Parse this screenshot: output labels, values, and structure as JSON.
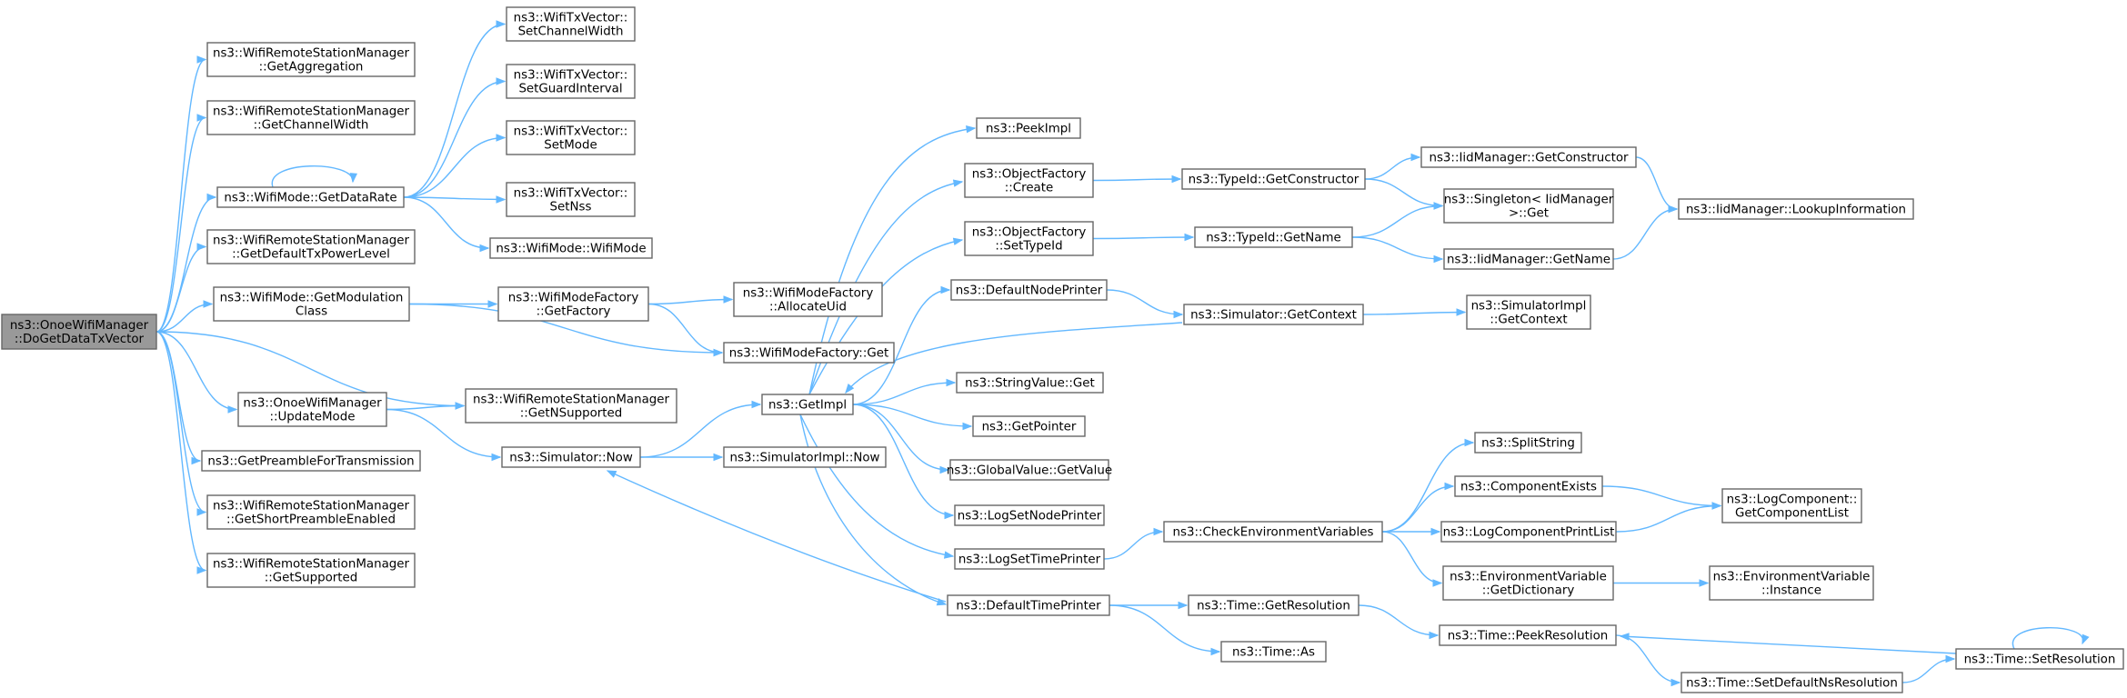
{
  "graph": {
    "root": "n_root",
    "nodes": [
      {
        "id": "n_root",
        "lines": [
          "ns3::OnoeWifiManager",
          "::DoGetDataTxVector"
        ]
      },
      {
        "id": "n_getagg",
        "lines": [
          "ns3::WifiRemoteStationManager",
          "::GetAggregation"
        ]
      },
      {
        "id": "n_getcw",
        "lines": [
          "ns3::WifiRemoteStationManager",
          "::GetChannelWidth"
        ]
      },
      {
        "id": "n_getdatarate",
        "lines": [
          "ns3::WifiMode::GetDataRate"
        ]
      },
      {
        "id": "n_getdefpow",
        "lines": [
          "ns3::WifiRemoteStationManager",
          "::GetDefaultTxPowerLevel"
        ]
      },
      {
        "id": "n_getmodclass",
        "lines": [
          "ns3::WifiMode::GetModulation",
          "Class"
        ]
      },
      {
        "id": "n_updatemode",
        "lines": [
          "ns3::OnoeWifiManager",
          "::UpdateMode"
        ]
      },
      {
        "id": "n_getpreamble",
        "lines": [
          "ns3::GetPreambleForTransmission"
        ]
      },
      {
        "id": "n_getshort",
        "lines": [
          "ns3::WifiRemoteStationManager",
          "::GetShortPreambleEnabled"
        ]
      },
      {
        "id": "n_getsupported",
        "lines": [
          "ns3::WifiRemoteStationManager",
          "::GetSupported"
        ]
      },
      {
        "id": "n_setcw",
        "lines": [
          "ns3::WifiTxVector::",
          "SetChannelWidth"
        ]
      },
      {
        "id": "n_setgi",
        "lines": [
          "ns3::WifiTxVector::",
          "SetGuardInterval"
        ]
      },
      {
        "id": "n_setmode",
        "lines": [
          "ns3::WifiTxVector::",
          "SetMode"
        ]
      },
      {
        "id": "n_setnss",
        "lines": [
          "ns3::WifiTxVector::",
          "SetNss"
        ]
      },
      {
        "id": "n_wifimode",
        "lines": [
          "ns3::WifiMode::WifiMode"
        ]
      },
      {
        "id": "n_getfactory",
        "lines": [
          "ns3::WifiModeFactory",
          "::GetFactory"
        ]
      },
      {
        "id": "n_allocuid",
        "lines": [
          "ns3::WifiModeFactory",
          "::AllocateUid"
        ]
      },
      {
        "id": "n_wmfget",
        "lines": [
          "ns3::WifiModeFactory::Get"
        ]
      },
      {
        "id": "n_getnsupp",
        "lines": [
          "ns3::WifiRemoteStationManager",
          "::GetNSupported"
        ]
      },
      {
        "id": "n_simnow",
        "lines": [
          "ns3::Simulator::Now"
        ]
      },
      {
        "id": "n_simimplnow",
        "lines": [
          "ns3::SimulatorImpl::Now"
        ]
      },
      {
        "id": "n_getimpl",
        "lines": [
          "ns3::GetImpl"
        ]
      },
      {
        "id": "n_peekimpl",
        "lines": [
          "ns3::PeekImpl"
        ]
      },
      {
        "id": "n_objcreate",
        "lines": [
          "ns3::ObjectFactory",
          "::Create"
        ]
      },
      {
        "id": "n_objsettype",
        "lines": [
          "ns3::ObjectFactory",
          "::SetTypeId"
        ]
      },
      {
        "id": "n_defnodeprinter",
        "lines": [
          "ns3::DefaultNodePrinter"
        ]
      },
      {
        "id": "n_stringget",
        "lines": [
          "ns3::StringValue::Get"
        ]
      },
      {
        "id": "n_getpointer",
        "lines": [
          "ns3::GetPointer"
        ]
      },
      {
        "id": "n_globalget",
        "lines": [
          "ns3::GlobalValue::GetValue"
        ]
      },
      {
        "id": "n_logsetnode",
        "lines": [
          "ns3::LogSetNodePrinter"
        ]
      },
      {
        "id": "n_logsettime",
        "lines": [
          "ns3::LogSetTimePrinter"
        ]
      },
      {
        "id": "n_deftimeprinter",
        "lines": [
          "ns3::DefaultTimePrinter"
        ]
      },
      {
        "id": "n_typeidgetctor",
        "lines": [
          "ns3::TypeId::GetConstructor"
        ]
      },
      {
        "id": "n_typeidgetname",
        "lines": [
          "ns3::TypeId::GetName"
        ]
      },
      {
        "id": "n_simgetctx",
        "lines": [
          "ns3::Simulator::GetContext"
        ]
      },
      {
        "id": "n_checkenv",
        "lines": [
          "ns3::CheckEnvironmentVariables"
        ]
      },
      {
        "id": "n_timegetres",
        "lines": [
          "ns3::Time::GetResolution"
        ]
      },
      {
        "id": "n_timeas",
        "lines": [
          "ns3::Time::As"
        ]
      },
      {
        "id": "n_iidgetctor",
        "lines": [
          "ns3::IidManager::GetConstructor"
        ]
      },
      {
        "id": "n_singleton",
        "lines": [
          "ns3::Singleton< IidManager",
          ">::Get"
        ]
      },
      {
        "id": "n_iidgetname",
        "lines": [
          "ns3::IidManager::GetName"
        ]
      },
      {
        "id": "n_simimplctx",
        "lines": [
          "ns3::SimulatorImpl",
          "::GetContext"
        ]
      },
      {
        "id": "n_splitstring",
        "lines": [
          "ns3::SplitString"
        ]
      },
      {
        "id": "n_compexists",
        "lines": [
          "ns3::ComponentExists"
        ]
      },
      {
        "id": "n_logcompprint",
        "lines": [
          "ns3::LogComponentPrintList"
        ]
      },
      {
        "id": "n_envgetdict",
        "lines": [
          "ns3::EnvironmentVariable",
          "::GetDictionary"
        ]
      },
      {
        "id": "n_timepeekres",
        "lines": [
          "ns3::Time::PeekResolution"
        ]
      },
      {
        "id": "n_timesetdefns",
        "lines": [
          "ns3::Time::SetDefaultNsResolution"
        ]
      },
      {
        "id": "n_iidlookup",
        "lines": [
          "ns3::IidManager::LookupInformation"
        ]
      },
      {
        "id": "n_logcompget",
        "lines": [
          "ns3::LogComponent::",
          "GetComponentList"
        ]
      },
      {
        "id": "n_envinstance",
        "lines": [
          "ns3::EnvironmentVariable",
          "::Instance"
        ]
      },
      {
        "id": "n_timesetres",
        "lines": [
          "ns3::Time::SetResolution"
        ]
      }
    ],
    "edges": [
      [
        "n_root",
        "n_getagg"
      ],
      [
        "n_root",
        "n_getcw"
      ],
      [
        "n_root",
        "n_getdatarate"
      ],
      [
        "n_root",
        "n_getdefpow"
      ],
      [
        "n_root",
        "n_getmodclass"
      ],
      [
        "n_root",
        "n_getnsupp"
      ],
      [
        "n_root",
        "n_updatemode"
      ],
      [
        "n_root",
        "n_getpreamble"
      ],
      [
        "n_root",
        "n_getshort"
      ],
      [
        "n_root",
        "n_getsupported"
      ],
      [
        "n_getdatarate",
        "n_getdatarate"
      ],
      [
        "n_getdatarate",
        "n_setcw"
      ],
      [
        "n_getdatarate",
        "n_setgi"
      ],
      [
        "n_getdatarate",
        "n_setmode"
      ],
      [
        "n_getdatarate",
        "n_setnss"
      ],
      [
        "n_getdatarate",
        "n_wifimode"
      ],
      [
        "n_getmodclass",
        "n_getfactory"
      ],
      [
        "n_getmodclass",
        "n_wmfget"
      ],
      [
        "n_getfactory",
        "n_allocuid"
      ],
      [
        "n_getfactory",
        "n_wmfget"
      ],
      [
        "n_updatemode",
        "n_getnsupp"
      ],
      [
        "n_updatemode",
        "n_simnow"
      ],
      [
        "n_simnow",
        "n_getimpl"
      ],
      [
        "n_simnow",
        "n_simimplnow"
      ],
      [
        "n_getimpl",
        "n_peekimpl"
      ],
      [
        "n_getimpl",
        "n_objcreate"
      ],
      [
        "n_getimpl",
        "n_objsettype"
      ],
      [
        "n_getimpl",
        "n_defnodeprinter"
      ],
      [
        "n_getimpl",
        "n_stringget"
      ],
      [
        "n_getimpl",
        "n_getpointer"
      ],
      [
        "n_getimpl",
        "n_globalget"
      ],
      [
        "n_getimpl",
        "n_logsetnode"
      ],
      [
        "n_getimpl",
        "n_logsettime"
      ],
      [
        "n_getimpl",
        "n_deftimeprinter"
      ],
      [
        "n_objcreate",
        "n_typeidgetctor"
      ],
      [
        "n_objsettype",
        "n_typeidgetname"
      ],
      [
        "n_typeidgetctor",
        "n_iidgetctor"
      ],
      [
        "n_typeidgetctor",
        "n_singleton"
      ],
      [
        "n_typeidgetname",
        "n_singleton"
      ],
      [
        "n_typeidgetname",
        "n_iidgetname"
      ],
      [
        "n_iidgetctor",
        "n_iidlookup"
      ],
      [
        "n_iidgetname",
        "n_iidlookup"
      ],
      [
        "n_defnodeprinter",
        "n_simgetctx"
      ],
      [
        "n_simgetctx",
        "n_getimpl"
      ],
      [
        "n_simgetctx",
        "n_simimplctx"
      ],
      [
        "n_logsettime",
        "n_checkenv"
      ],
      [
        "n_checkenv",
        "n_splitstring"
      ],
      [
        "n_checkenv",
        "n_compexists"
      ],
      [
        "n_checkenv",
        "n_logcompprint"
      ],
      [
        "n_checkenv",
        "n_envgetdict"
      ],
      [
        "n_compexists",
        "n_logcompget"
      ],
      [
        "n_logcompprint",
        "n_logcompget"
      ],
      [
        "n_envgetdict",
        "n_envinstance"
      ],
      [
        "n_deftimeprinter",
        "n_simnow"
      ],
      [
        "n_deftimeprinter",
        "n_timegetres"
      ],
      [
        "n_deftimeprinter",
        "n_timeas"
      ],
      [
        "n_timegetres",
        "n_timepeekres"
      ],
      [
        "n_timepeekres",
        "n_timesetdefns"
      ],
      [
        "n_timesetdefns",
        "n_timesetres"
      ],
      [
        "n_timesetres",
        "n_timesetres"
      ],
      [
        "n_timesetres",
        "n_timepeekres"
      ]
    ]
  }
}
